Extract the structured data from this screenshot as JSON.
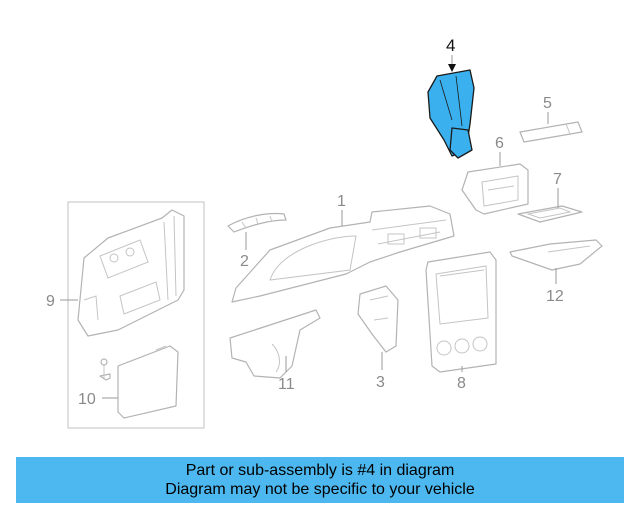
{
  "callouts": {
    "c1": "1",
    "c2": "2",
    "c3": "3",
    "c4": "4",
    "c5": "5",
    "c6": "6",
    "c7": "7",
    "c8": "8",
    "c9": "9",
    "c10": "10",
    "c11": "11",
    "c12": "12"
  },
  "highlight": {
    "part_number": "4",
    "color": "#3ab1ee"
  },
  "banner": {
    "line1": "Part or sub-assembly is #4 in diagram",
    "line2": "Diagram may not be specific to your vehicle",
    "color": "#4db8f0"
  }
}
